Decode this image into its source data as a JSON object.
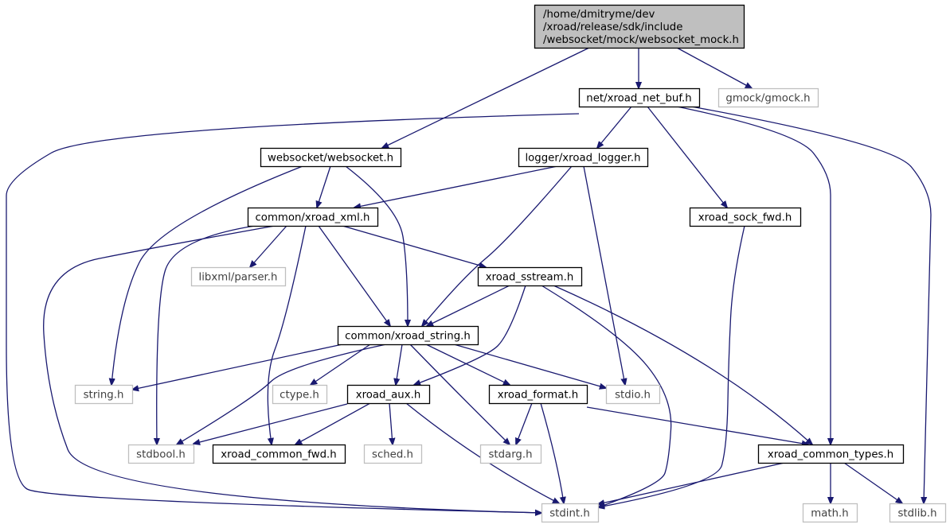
{
  "diagram": {
    "type": "include-dependency-graph",
    "colors": {
      "edge": "#191970",
      "root_fill": "#bfbfbf",
      "local_border": "#000000",
      "external_border": "#bfbfbf",
      "external_text": "#404040"
    },
    "nodes": [
      {
        "id": "root",
        "kind": "root",
        "lines": [
          "/home/dmitryme/dev",
          "/xroad/release/sdk/include",
          "/websocket/mock/websocket_mock.h"
        ]
      },
      {
        "id": "net_buf",
        "kind": "local",
        "lines": [
          "net/xroad_net_buf.h"
        ]
      },
      {
        "id": "gmock",
        "kind": "external",
        "lines": [
          "gmock/gmock.h"
        ]
      },
      {
        "id": "websocket",
        "kind": "local",
        "lines": [
          "websocket/websocket.h"
        ]
      },
      {
        "id": "logger",
        "kind": "local",
        "lines": [
          "logger/xroad_logger.h"
        ]
      },
      {
        "id": "xml",
        "kind": "local",
        "lines": [
          "common/xroad_xml.h"
        ]
      },
      {
        "id": "sock_fwd",
        "kind": "local",
        "lines": [
          "xroad_sock_fwd.h"
        ]
      },
      {
        "id": "libxml",
        "kind": "external",
        "lines": [
          "libxml/parser.h"
        ]
      },
      {
        "id": "sstream",
        "kind": "local",
        "lines": [
          "xroad_sstream.h"
        ]
      },
      {
        "id": "string_xr",
        "kind": "local",
        "lines": [
          "common/xroad_string.h"
        ]
      },
      {
        "id": "string_h",
        "kind": "external",
        "lines": [
          "string.h"
        ]
      },
      {
        "id": "ctype",
        "kind": "external",
        "lines": [
          "ctype.h"
        ]
      },
      {
        "id": "aux",
        "kind": "local",
        "lines": [
          "xroad_aux.h"
        ]
      },
      {
        "id": "format",
        "kind": "local",
        "lines": [
          "xroad_format.h"
        ]
      },
      {
        "id": "stdio",
        "kind": "external",
        "lines": [
          "stdio.h"
        ]
      },
      {
        "id": "stdbool",
        "kind": "external",
        "lines": [
          "stdbool.h"
        ]
      },
      {
        "id": "common_fwd",
        "kind": "local",
        "lines": [
          "xroad_common_fwd.h"
        ]
      },
      {
        "id": "sched",
        "kind": "external",
        "lines": [
          "sched.h"
        ]
      },
      {
        "id": "stdarg",
        "kind": "external",
        "lines": [
          "stdarg.h"
        ]
      },
      {
        "id": "common_types",
        "kind": "local",
        "lines": [
          "xroad_common_types.h"
        ]
      },
      {
        "id": "stdint",
        "kind": "external",
        "lines": [
          "stdint.h"
        ]
      },
      {
        "id": "math",
        "kind": "external",
        "lines": [
          "math.h"
        ]
      },
      {
        "id": "stdlib",
        "kind": "external",
        "lines": [
          "stdlib.h"
        ]
      }
    ],
    "edges": [
      {
        "from": "root",
        "to": "websocket"
      },
      {
        "from": "root",
        "to": "net_buf"
      },
      {
        "from": "root",
        "to": "gmock"
      },
      {
        "from": "net_buf",
        "to": "logger"
      },
      {
        "from": "net_buf",
        "to": "stdint"
      },
      {
        "from": "net_buf",
        "to": "sock_fwd"
      },
      {
        "from": "net_buf",
        "to": "common_types"
      },
      {
        "from": "net_buf",
        "to": "stdlib"
      },
      {
        "from": "websocket",
        "to": "xml"
      },
      {
        "from": "websocket",
        "to": "string_xr"
      },
      {
        "from": "websocket",
        "to": "string_h"
      },
      {
        "from": "logger",
        "to": "xml"
      },
      {
        "from": "logger",
        "to": "string_xr"
      },
      {
        "from": "logger",
        "to": "stdio"
      },
      {
        "from": "sock_fwd",
        "to": "stdint"
      },
      {
        "from": "xml",
        "to": "libxml"
      },
      {
        "from": "xml",
        "to": "sstream"
      },
      {
        "from": "xml",
        "to": "string_xr"
      },
      {
        "from": "xml",
        "to": "stdbool"
      },
      {
        "from": "xml",
        "to": "common_fwd"
      },
      {
        "from": "xml",
        "to": "stdint"
      },
      {
        "from": "sstream",
        "to": "string_xr"
      },
      {
        "from": "sstream",
        "to": "aux"
      },
      {
        "from": "sstream",
        "to": "stdint"
      },
      {
        "from": "sstream",
        "to": "common_types"
      },
      {
        "from": "string_xr",
        "to": "string_h"
      },
      {
        "from": "string_xr",
        "to": "ctype"
      },
      {
        "from": "string_xr",
        "to": "aux"
      },
      {
        "from": "string_xr",
        "to": "format"
      },
      {
        "from": "string_xr",
        "to": "stdio"
      },
      {
        "from": "string_xr",
        "to": "stdbool"
      },
      {
        "from": "string_xr",
        "to": "stdarg"
      },
      {
        "from": "aux",
        "to": "stdbool"
      },
      {
        "from": "aux",
        "to": "common_fwd"
      },
      {
        "from": "aux",
        "to": "sched"
      },
      {
        "from": "aux",
        "to": "stdint"
      },
      {
        "from": "format",
        "to": "stdarg"
      },
      {
        "from": "format",
        "to": "stdint"
      },
      {
        "from": "format",
        "to": "common_types"
      },
      {
        "from": "common_types",
        "to": "stdint"
      },
      {
        "from": "common_types",
        "to": "math"
      },
      {
        "from": "common_types",
        "to": "stdlib"
      }
    ]
  }
}
